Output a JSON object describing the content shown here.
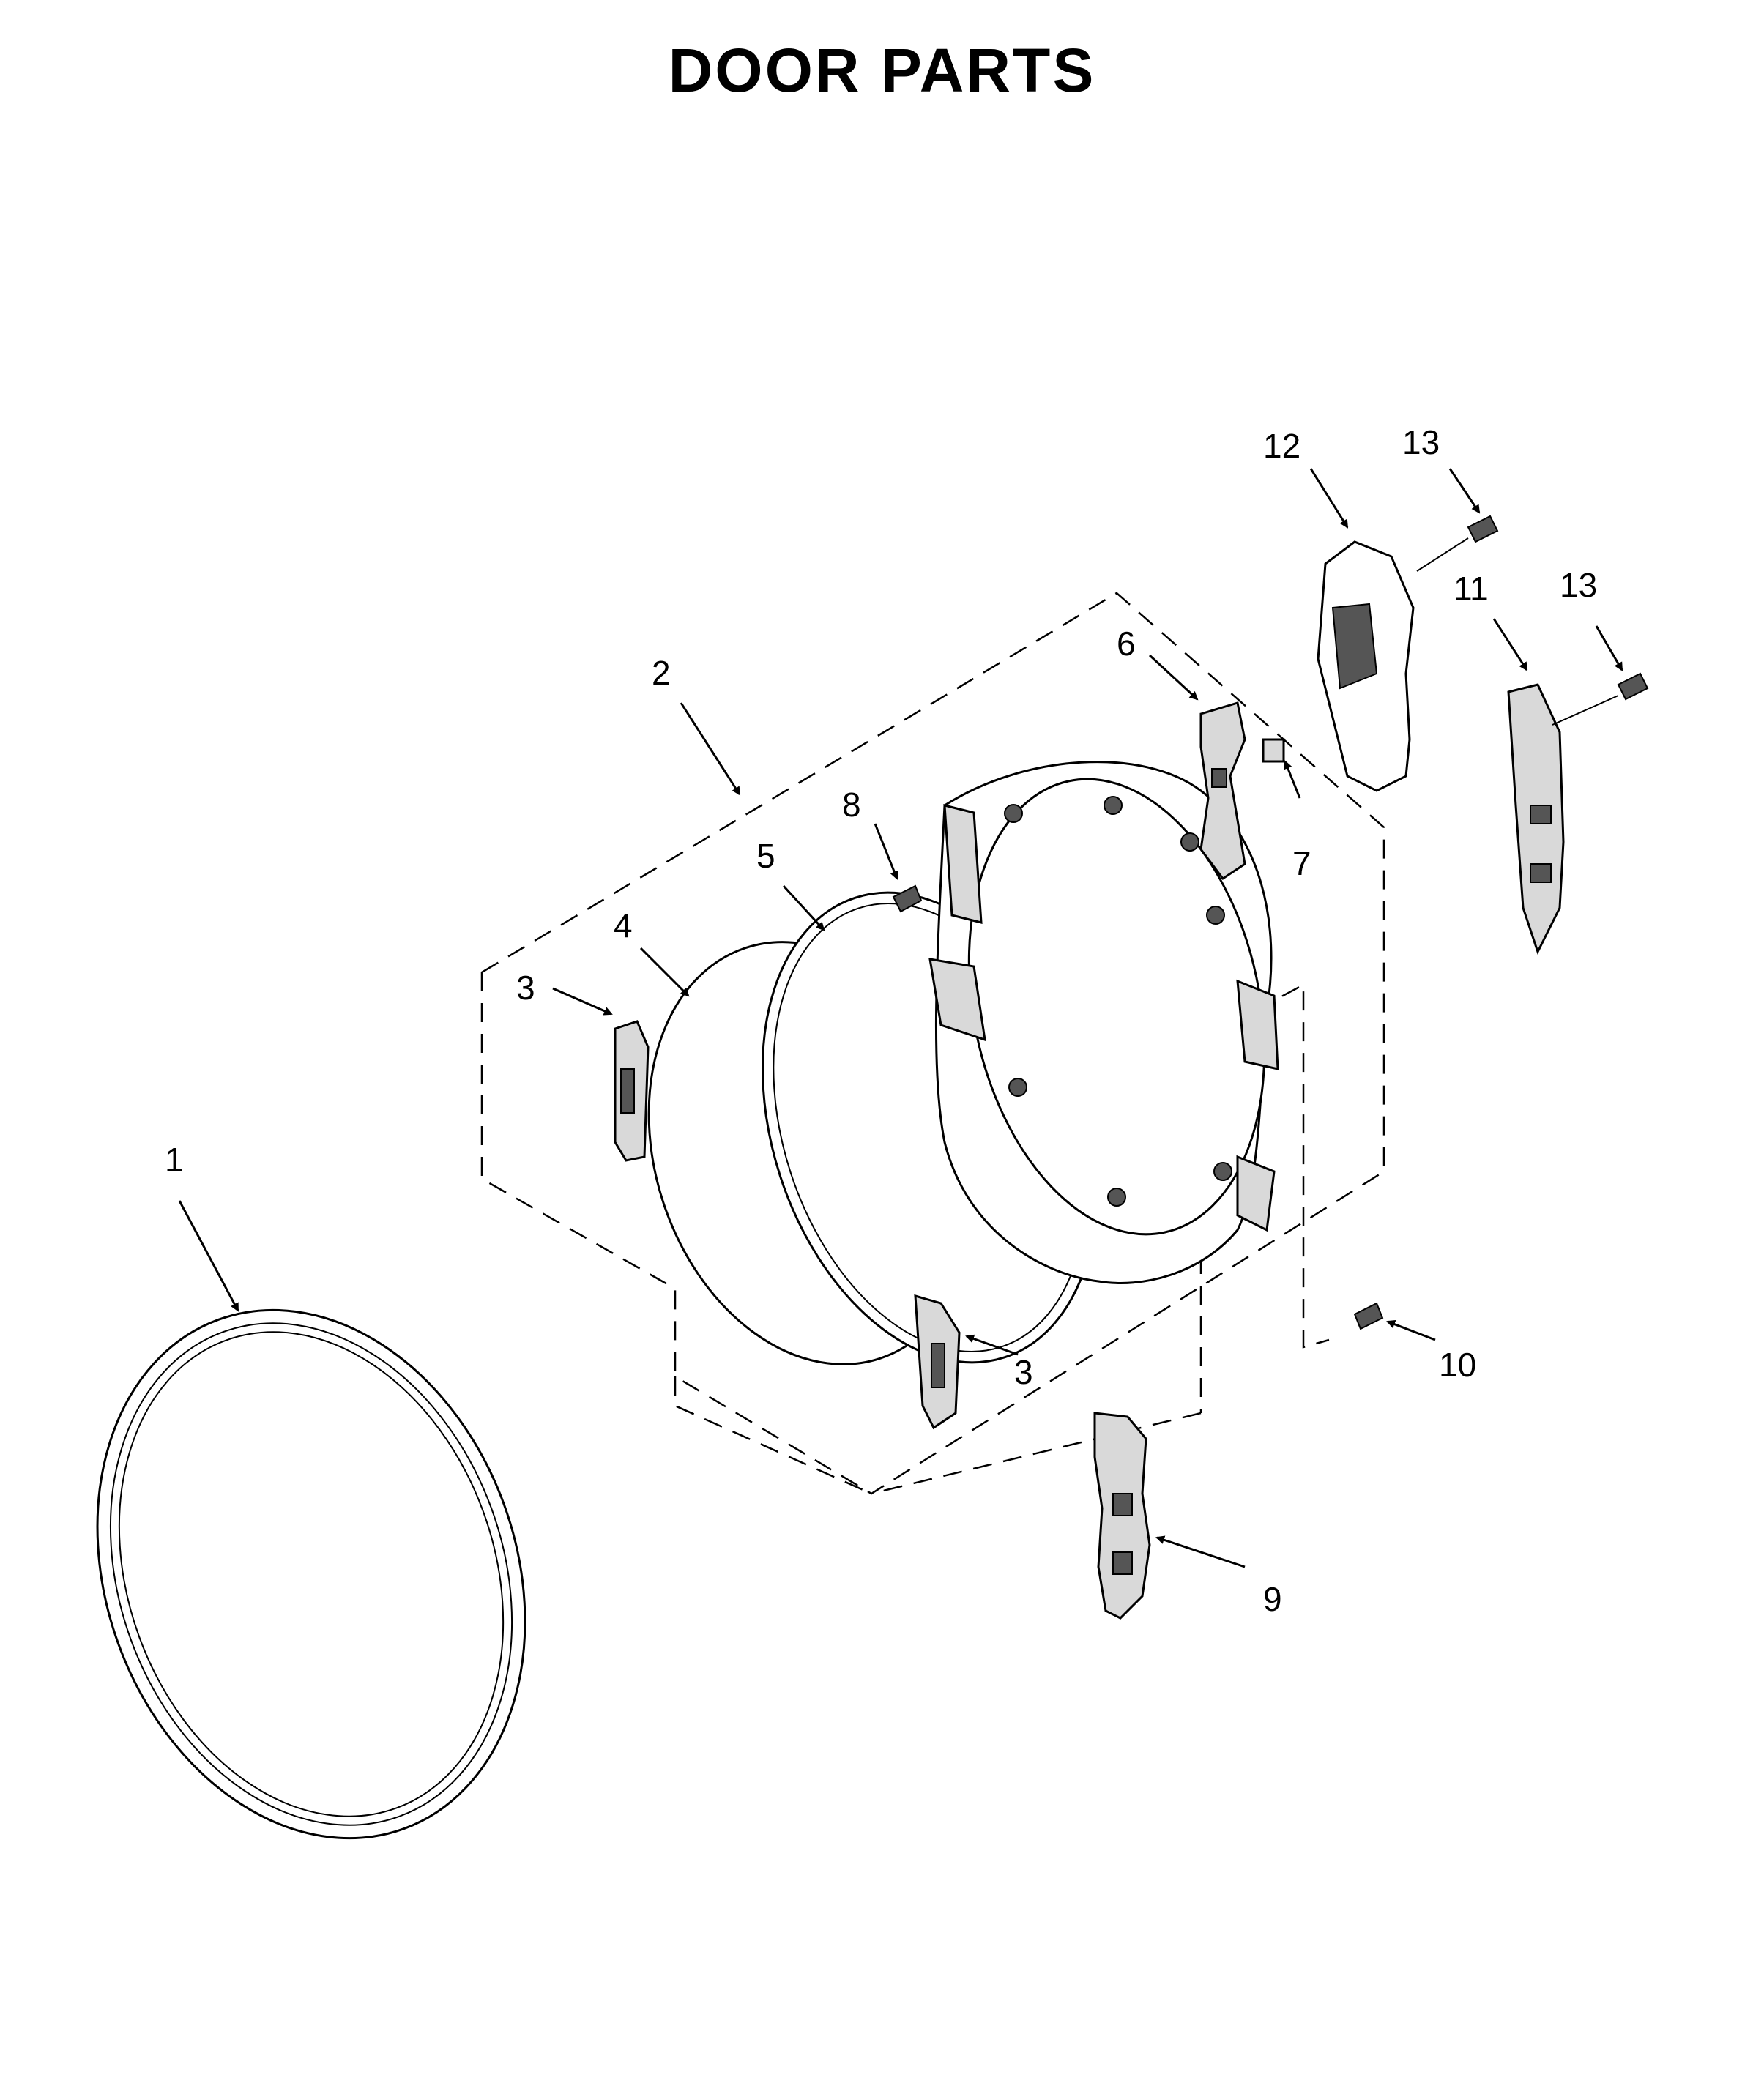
{
  "title": "DOOR PARTS",
  "callouts": {
    "c1": "1",
    "c2": "2",
    "c3a": "3",
    "c3b": "3",
    "c4": "4",
    "c5": "5",
    "c6": "6",
    "c7": "7",
    "c8": "8",
    "c9": "9",
    "c10": "10",
    "c11": "11",
    "c12": "12",
    "c13a": "13",
    "c13b": "13"
  }
}
